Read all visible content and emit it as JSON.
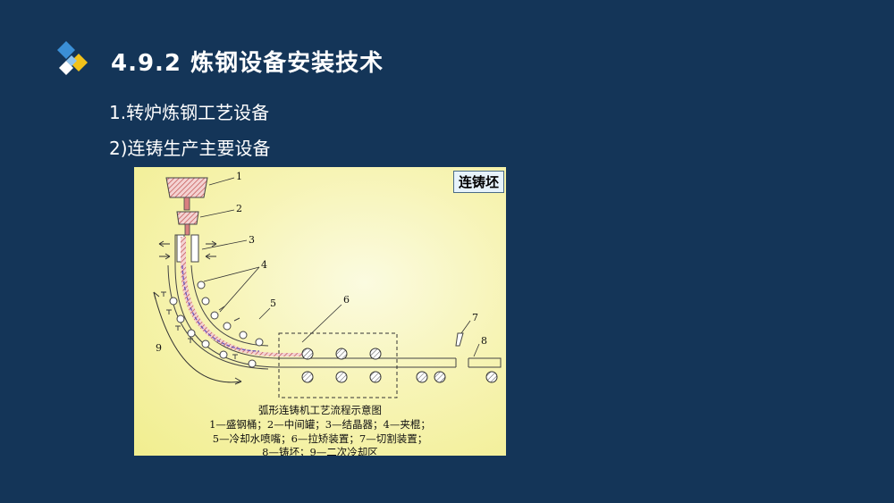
{
  "header": {
    "title": "4.9.2  炼钢设备安装技术"
  },
  "content": {
    "line1": "1.转炉炼钢工艺设备",
    "line2": "2)连铸生产主要设备"
  },
  "figure": {
    "tag": "连铸坯",
    "caption_title": "弧形连铸机工艺流程示意图",
    "caption_line1": "1—盛钢桶；2—中间罐；3—结晶器；4—夹棍；",
    "caption_line2": "5—冷却水喷嘴；6—拉矫装置；7—切割装置；",
    "caption_line3": "8—铸坯；9—二次冷却区",
    "labels": [
      "1",
      "2",
      "3",
      "4",
      "5",
      "6",
      "7",
      "8",
      "9"
    ]
  },
  "colors": {
    "background": "#143558",
    "accent_blue": "#3b8fd6",
    "accent_yellow": "#f2c21a"
  }
}
